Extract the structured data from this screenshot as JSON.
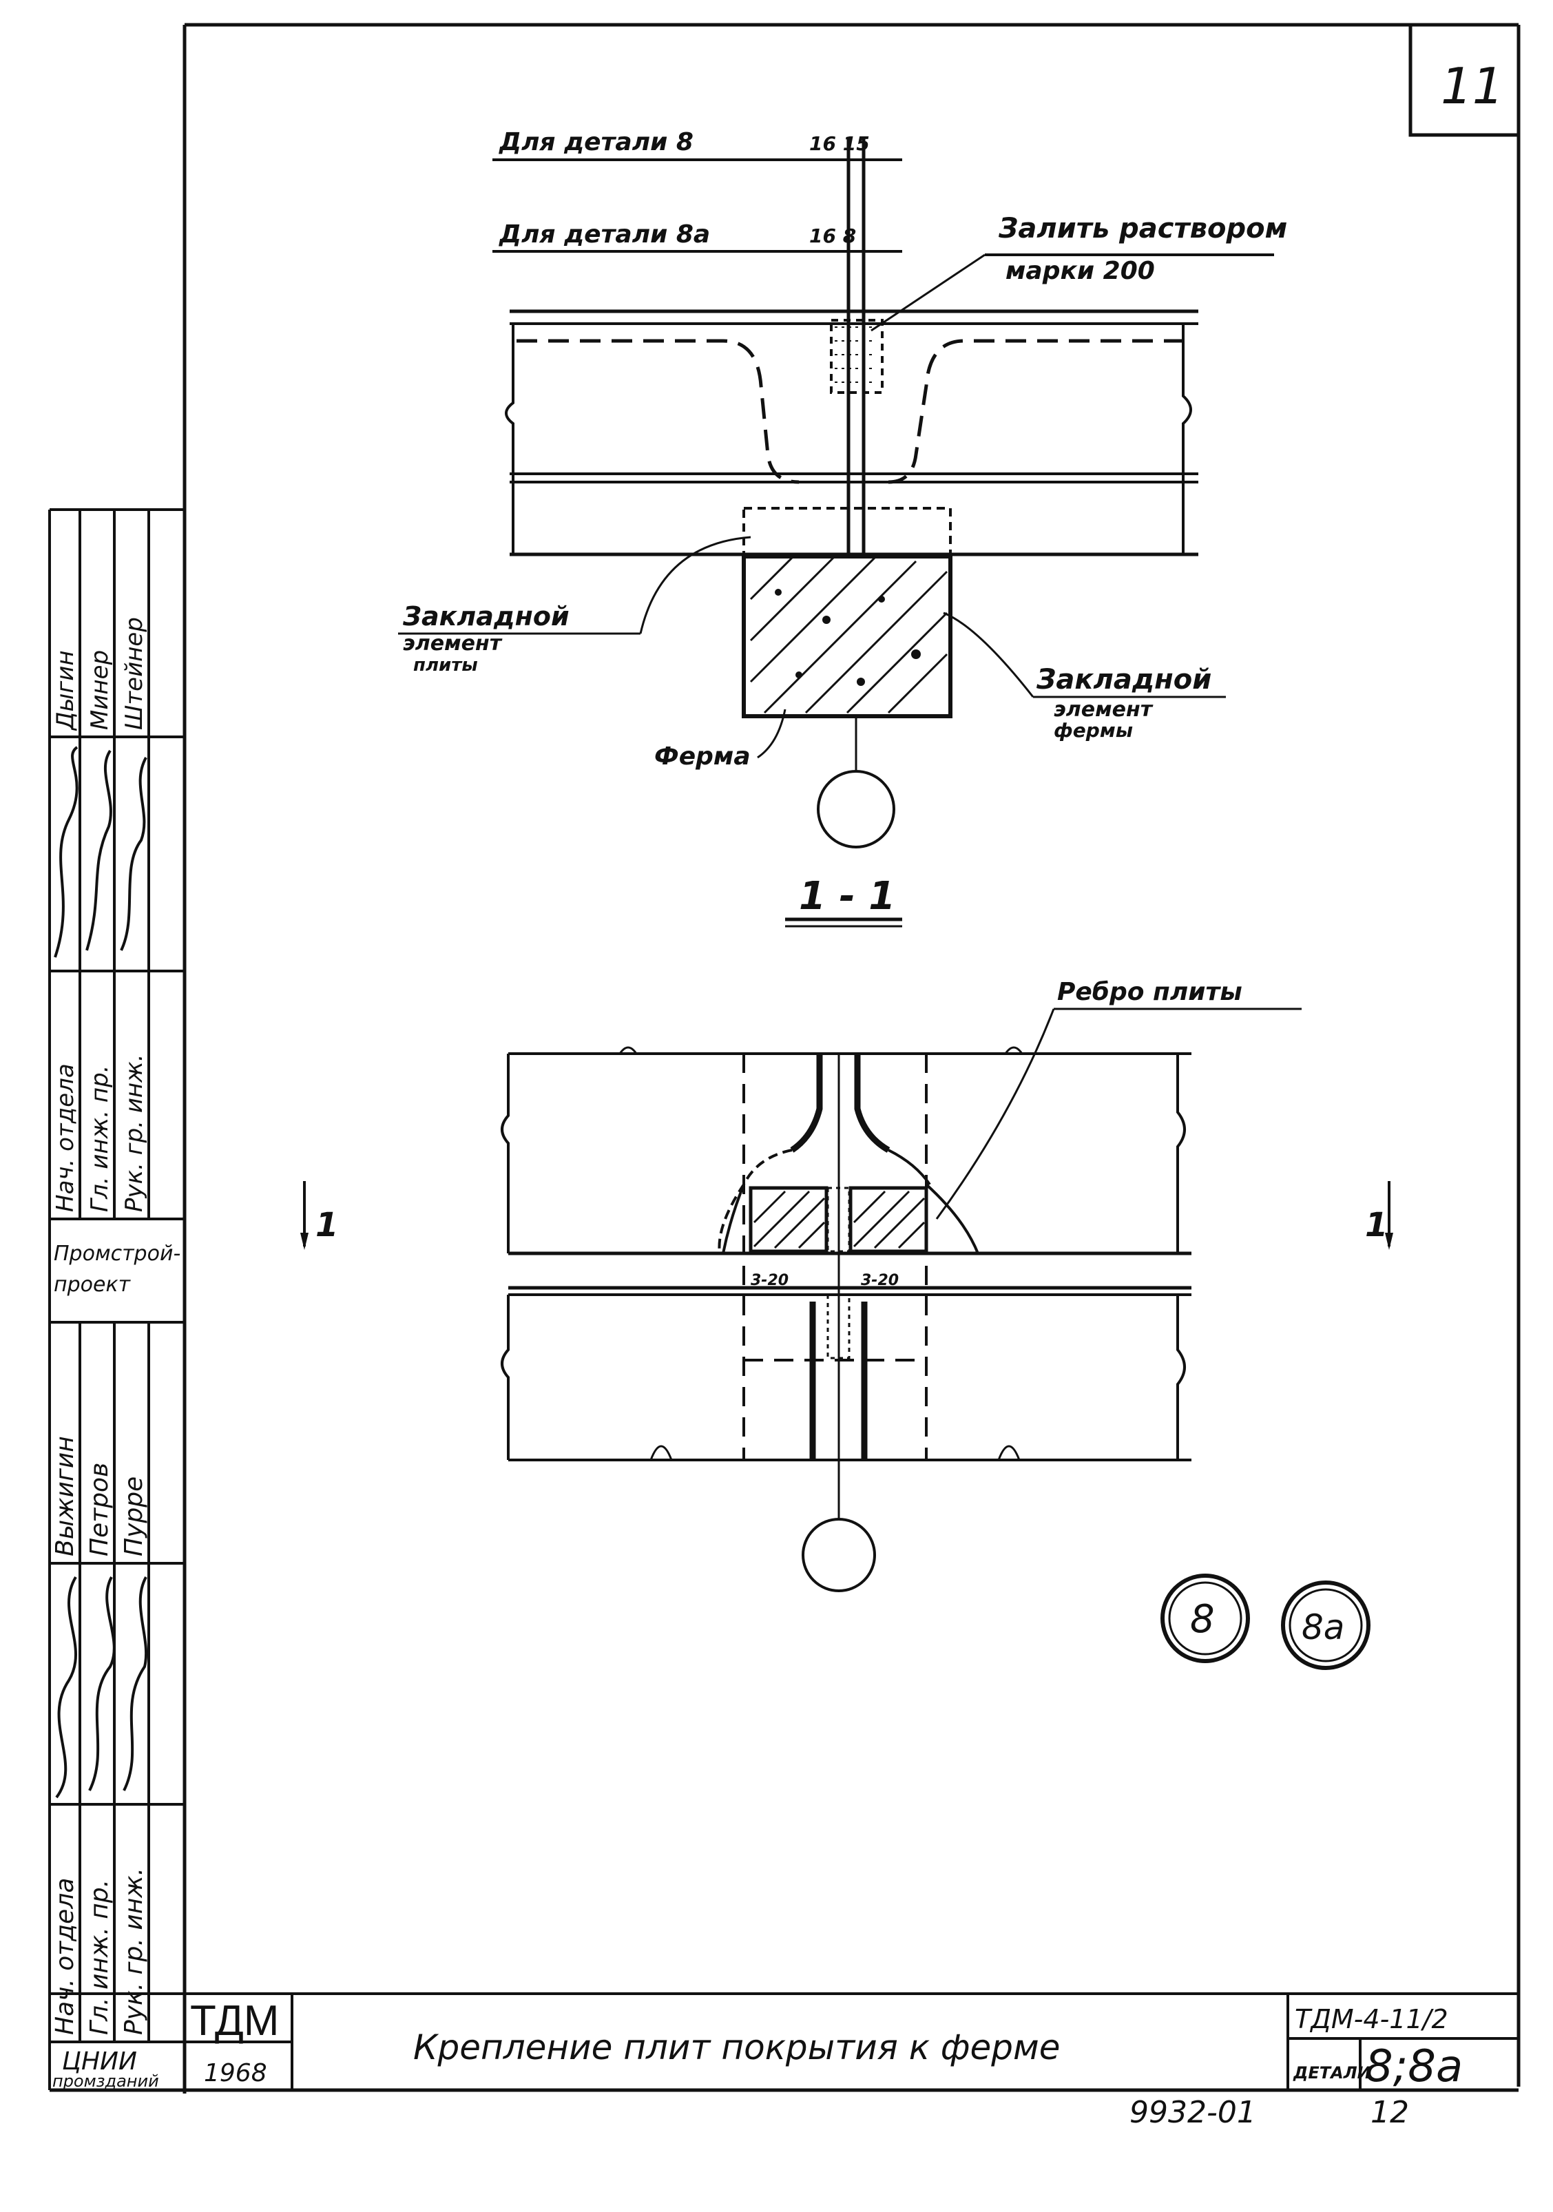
{
  "sheet": {
    "sheet_number": "11",
    "title": "Крепление плит покрытия к ферме",
    "org_code": "ТДМ",
    "year": "1968",
    "series_code": "ТДМ-4-11/2",
    "details_label": "ДЕТАЛИ",
    "details_value": "8;8а",
    "footer_code": "9932-01",
    "footer_page": "12"
  },
  "section_view": {
    "label_detail8": "Для детали 8",
    "size_detail8": "16 15",
    "label_detail8a": "Для детали 8а",
    "size_detail8a": "16 8",
    "note_fill": "Залить раствором",
    "note_grade": "марки 200",
    "callout_plate_embed": [
      "Закладной",
      "элемент",
      "плиты"
    ],
    "callout_truss_embed": [
      "Закладной",
      "элемент",
      "фермы"
    ],
    "callout_truss": "Ферма",
    "section_title": "1 - 1"
  },
  "plan_view": {
    "callout_rib": "Ребро плиты",
    "cut_left": "1",
    "cut_right": "1",
    "dim_left": "3-20",
    "dim_right": "3-20",
    "detail_marks": [
      "8",
      "8а"
    ]
  },
  "stamp_left": {
    "org1": [
      "Промстрой-",
      "проект"
    ],
    "roles1": [
      "Нач. отдела",
      "Гл. инж. пр.",
      "Рук. гр. инж."
    ],
    "names1": [
      "Дыгин",
      "Минер",
      "Штейнер"
    ],
    "org2": [
      "ЦНИИ",
      "промзданий"
    ],
    "roles2": [
      "Нач. отдела",
      "Гл. инж. пр.",
      "Рук. гр. инж."
    ],
    "names2": [
      "Выжигин",
      "Петров",
      "Пурре"
    ]
  }
}
